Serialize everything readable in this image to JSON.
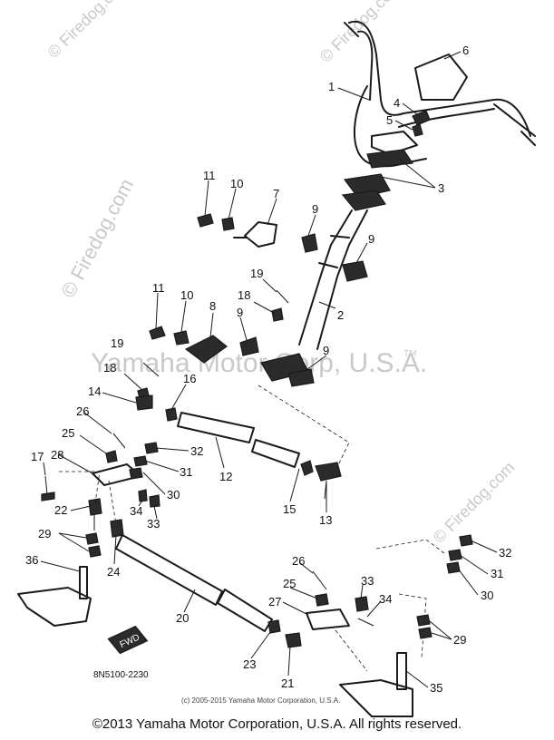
{
  "watermarks": {
    "site": "© Firedog.com",
    "yamaha": "Yamaha Motor Corp, U.S.A.",
    "tm": "TM"
  },
  "diagram": {
    "code": "8N5100-2230",
    "fwd_badge": "FWD",
    "small_copyright": "(c) 2005-2015 Yamaha Motor Corporation, U.S.A.",
    "callouts": [
      "1",
      "2",
      "3",
      "4",
      "5",
      "6",
      "7",
      "8",
      "9",
      "10",
      "11",
      "12",
      "13",
      "14",
      "15",
      "16",
      "17",
      "18",
      "19",
      "20",
      "21",
      "22",
      "23",
      "24",
      "25",
      "26",
      "27",
      "28",
      "29",
      "30",
      "31",
      "32",
      "33",
      "34",
      "35",
      "36"
    ]
  },
  "footer": {
    "copyright": "©2013 Yamaha Motor Corporation, U.S.A. All rights reserved."
  }
}
